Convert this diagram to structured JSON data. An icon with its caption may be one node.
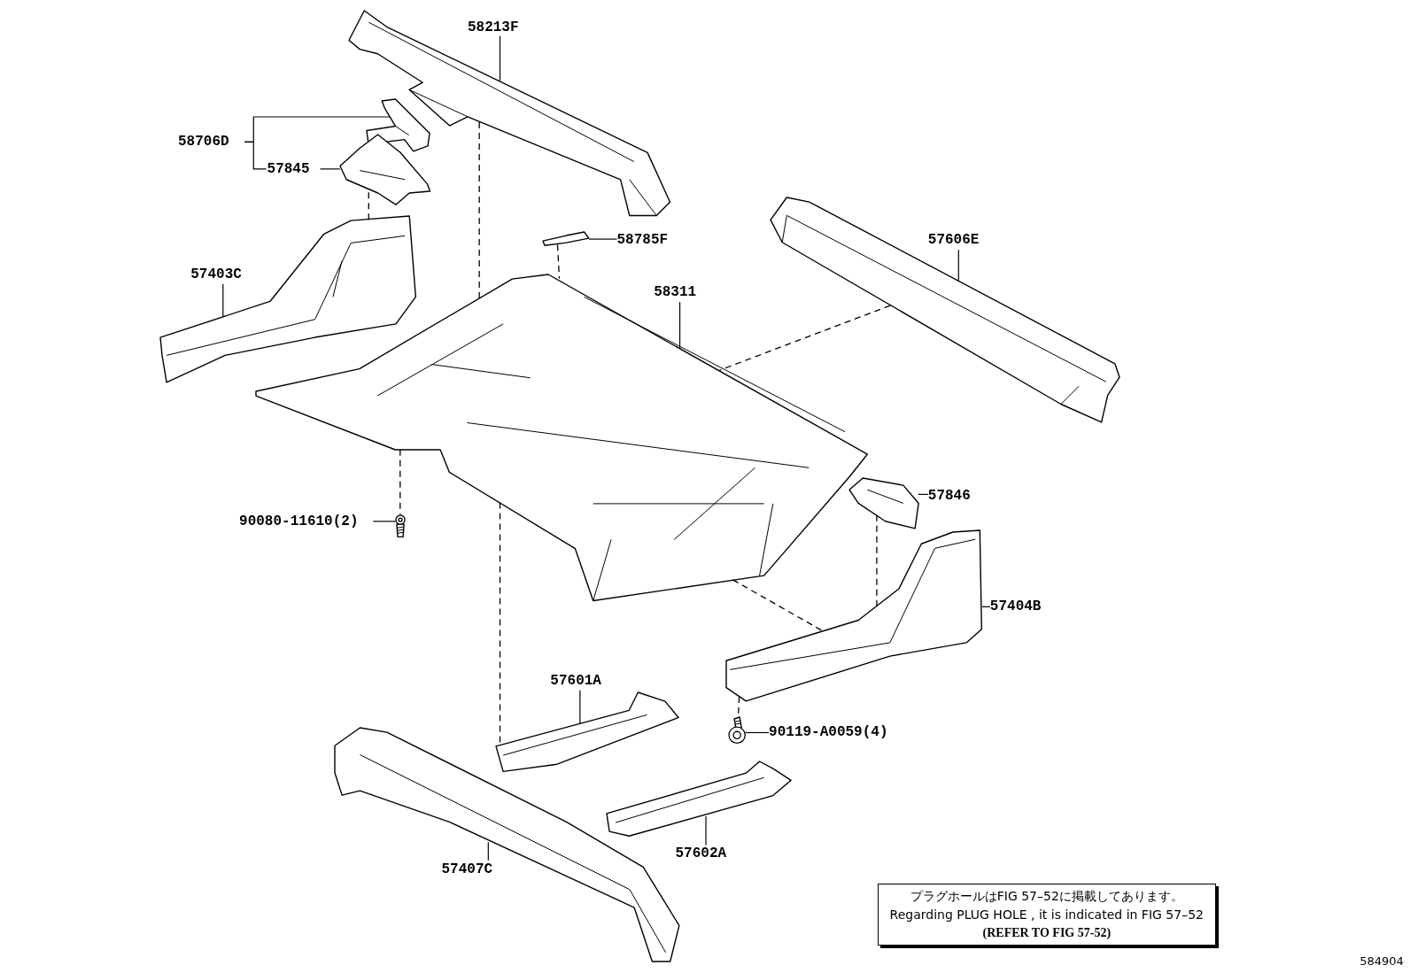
{
  "diagram": {
    "nodes": [
      {
        "text": [
          "58213F"
        ]
      },
      {
        "text": [],
        "shape": "picture"
      },
      {
        "text": [
          "58706D"
        ]
      },
      {
        "text": [],
        "shape": "picture"
      },
      {
        "text": [
          "57845"
        ]
      },
      {
        "text": [],
        "shape": "picture"
      },
      {
        "text": [
          "57403C"
        ]
      },
      {
        "text": [],
        "shape": "picture"
      },
      {
        "text": [
          "58785F"
        ]
      },
      {
        "text": [],
        "shape": "picture"
      },
      {
        "text": [
          "58311"
        ]
      },
      {
        "text": [],
        "shape": "picture"
      },
      {
        "text": [
          "57606E"
        ]
      },
      {
        "text": [],
        "shape": "picture"
      },
      {
        "text": [
          "57846"
        ]
      },
      {
        "text": [],
        "shape": "picture"
      },
      {
        "text": [
          "90080-11610(2)"
        ]
      },
      {
        "text": [],
        "shape": "picture"
      },
      {
        "text": [
          "57404B"
        ]
      },
      {
        "text": [],
        "shape": "picture"
      },
      {
        "text": [
          "57601A"
        ]
      },
      {
        "text": [],
        "shape": "picture"
      },
      {
        "text": [
          "90119-A0059(4)"
        ]
      },
      {
        "text": [],
        "shape": "picture"
      },
      {
        "text": [
          "57602A"
        ]
      },
      {
        "text": [],
        "shape": "picture"
      },
      {
        "text": [
          "57407C"
        ]
      },
      {
        "text": [],
        "shape": "picture"
      },
      {
        "text": [
          "プラグホールはFIG 57–52に掲載してあります。",
          "Regarding PLUG HOLE , it is indicated in FIG 57–52",
          "(REFER TO FIG 57-52)"
        ]
      }
    ],
    "edges": [
      {
        "from": 0,
        "to": 1,
        "arrow": "none"
      },
      {
        "from": 2,
        "to": 3,
        "arrow": "none"
      },
      {
        "from": 2,
        "to": 4,
        "arrow": "none"
      },
      {
        "from": 4,
        "to": 5,
        "arrow": "none"
      },
      {
        "from": 6,
        "to": 7,
        "arrow": "none"
      },
      {
        "from": 8,
        "to": 9,
        "arrow": "none"
      },
      {
        "from": 10,
        "to": 11,
        "arrow": "none"
      },
      {
        "from": 12,
        "to": 13,
        "arrow": "none"
      },
      {
        "from": 14,
        "to": 15,
        "arrow": "none"
      },
      {
        "from": 16,
        "to": 17,
        "arrow": "none"
      },
      {
        "from": 18,
        "to": 19,
        "arrow": "none"
      },
      {
        "from": 20,
        "to": 21,
        "arrow": "none"
      },
      {
        "from": 22,
        "to": 23,
        "arrow": "none"
      },
      {
        "from": 24,
        "to": 25,
        "arrow": "none"
      },
      {
        "from": 26,
        "to": 27,
        "arrow": "none"
      },
      {
        "from": 5,
        "to": 7,
        "arrow": "none",
        "style": "dashed"
      },
      {
        "from": 1,
        "to": 11,
        "arrow": "none",
        "style": "dashed"
      },
      {
        "from": 9,
        "to": 11,
        "arrow": "none",
        "style": "dashed"
      },
      {
        "from": 13,
        "to": 11,
        "arrow": "none",
        "style": "dashed"
      },
      {
        "from": 11,
        "to": 17,
        "arrow": "none",
        "style": "dashed"
      },
      {
        "from": 11,
        "to": 21,
        "arrow": "none",
        "style": "dashed"
      },
      {
        "from": 11,
        "to": 19,
        "arrow": "none",
        "style": "dashed"
      },
      {
        "from": 15,
        "to": 19,
        "arrow": "none",
        "style": "dashed"
      },
      {
        "from": 19,
        "to": 23,
        "arrow": "none",
        "style": "dashed"
      }
    ],
    "labels": [
      "584904"
    ]
  }
}
